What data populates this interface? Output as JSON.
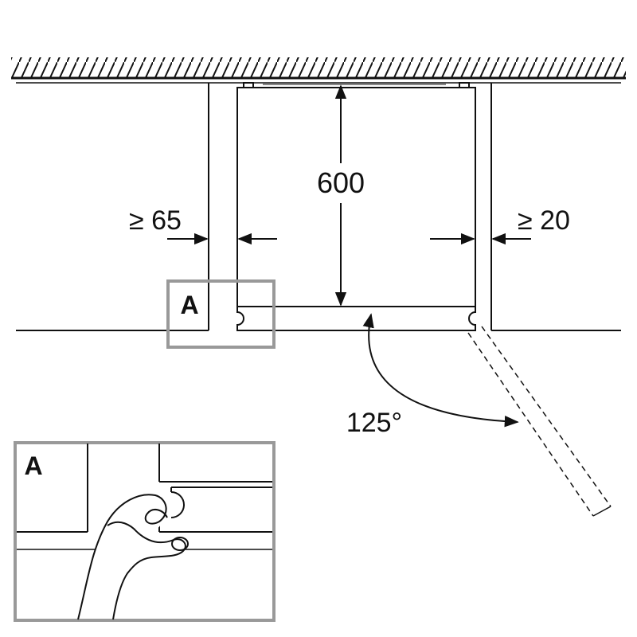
{
  "dimensions": {
    "height": "600",
    "left_clearance": "≥ 65",
    "right_clearance": "≥ 20",
    "door_angle": "125°"
  },
  "detail": {
    "marker_label": "A",
    "inset_label": "A"
  },
  "colors": {
    "line": "#111111",
    "detail_frame": "#999999"
  }
}
